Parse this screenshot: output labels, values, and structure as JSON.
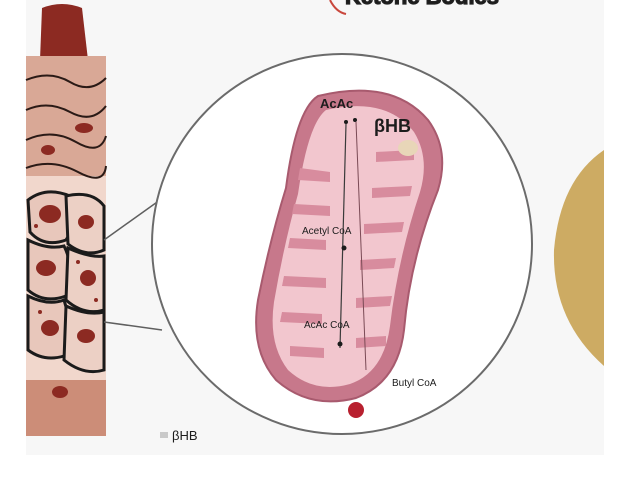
{
  "labels": {
    "acac_top": "AcAc",
    "bhb_top": "βHB",
    "acetyl_coa": "Acetyl CoA",
    "acac_coa": "AcAc CoA",
    "butyryl_coa": "Butyl CoA",
    "legend_bhb": "βHB",
    "header_fragment": "Ketone Bodies"
  },
  "colors": {
    "tissue": "#c98a78",
    "tissue_light": "#f1d7cc",
    "cell_dark": "#8c2a22",
    "mito_outer": "#c7788b",
    "mito_inner": "#f2c6ce",
    "cristae": "#d88c9e",
    "ring": "#6b6b6b",
    "red_dot": "#b8202f",
    "organ": "#cdab63"
  }
}
